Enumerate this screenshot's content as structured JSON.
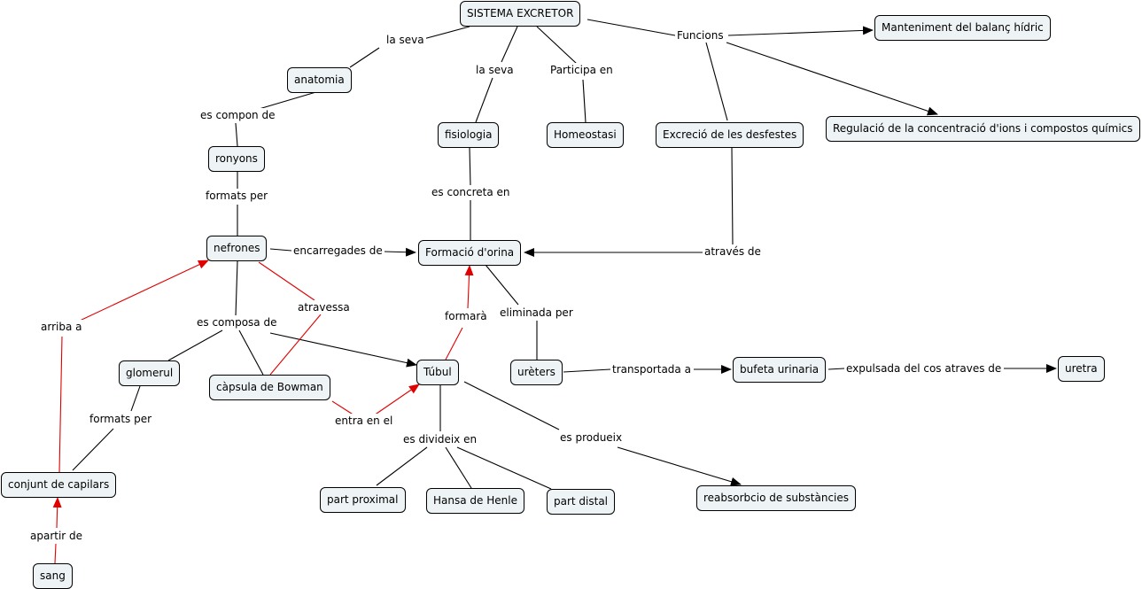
{
  "concepts": {
    "sistema": "SISTEMA EXCRETOR",
    "manteniment": "Manteniment del balanç hídric",
    "anatomia": "anatomia",
    "fisiologia": "fisiologia",
    "homeostasi": "Homeostasi",
    "excrecio": "Excreció de les desfestes",
    "regulacio": "Regulació de la concentració d'ions i compostos químics",
    "ronyons": "ronyons",
    "nefrones": "nefrones",
    "formacio": "Formació d'orina",
    "glomerul": "glomerul",
    "capsula": "càpsula de Bowman",
    "tubul": "Túbul",
    "ureters": "urèters",
    "bufeta": "bufeta urinaria",
    "uretra": "uretra",
    "capilars": "conjunt de capilars",
    "proximal": "part proximal",
    "henle": "Hansa de Henle",
    "distal": "part distal",
    "reabsorcio": "reabsorbcio de substàncies",
    "sang": "sang"
  },
  "links": {
    "la_seva_1": "la seva",
    "la_seva_2": "la seva",
    "participa": "Participa en",
    "funcions": "Funcions",
    "es_compon": "es compon de",
    "es_concreta": "es concreta en",
    "formats_per_1": "formats per",
    "encarregades": "encarregades de",
    "traves": "através de",
    "atravessa": "atravessa",
    "arriba": "arriba a",
    "es_composa": "es composa de",
    "formara": "formarà",
    "eliminada": "eliminada per",
    "transportada": "transportada a",
    "expulsada": "expulsada del cos atraves de",
    "formats_per_2": "formats per",
    "entra": "entra en el",
    "es_divideix": "es divideix en",
    "es_produeix": "es produeix",
    "apartir": "apartir de"
  },
  "colors": {
    "line": "#000000",
    "highlight_line": "#e00000",
    "node_fill": "#eef3f5",
    "node_border": "#000000"
  }
}
